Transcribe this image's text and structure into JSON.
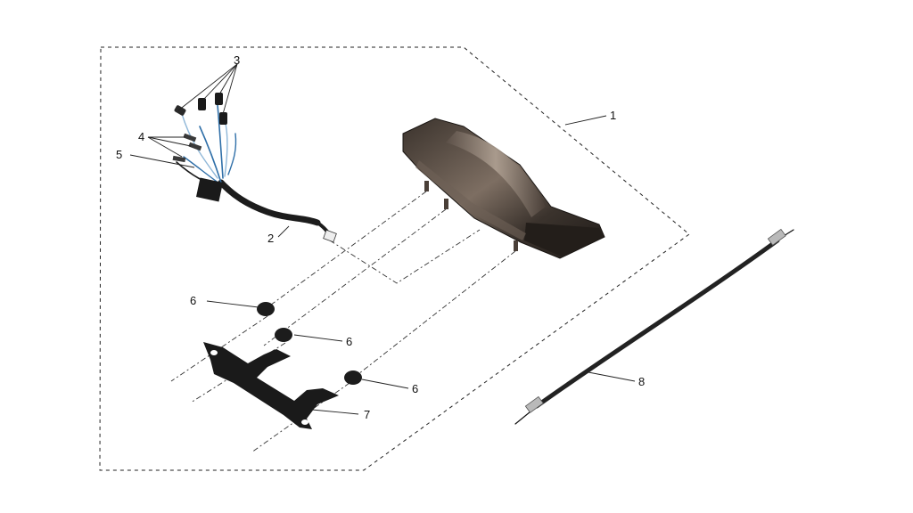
{
  "diagram": {
    "callouts": [
      {
        "id": "c1",
        "label": "1"
      },
      {
        "id": "c2",
        "label": "2"
      },
      {
        "id": "c3",
        "label": "3"
      },
      {
        "id": "c4",
        "label": "4"
      },
      {
        "id": "c5",
        "label": "5"
      },
      {
        "id": "c6a",
        "label": "6"
      },
      {
        "id": "c6b",
        "label": "6"
      },
      {
        "id": "c6c",
        "label": "6"
      },
      {
        "id": "c7",
        "label": "7"
      },
      {
        "id": "c8",
        "label": "8"
      }
    ],
    "colors": {
      "background": "#ffffff",
      "housing_dark": "#2b2622",
      "housing_mid": "#5a4f46",
      "housing_light": "#9a8c80",
      "harness": "#1c1c1c",
      "wire_blue": "#2f6fa8",
      "wire_light": "#8fb7d8",
      "bracket": "#1a1a1a",
      "cable": "#222222",
      "fitting": "#b9b9b9"
    }
  }
}
